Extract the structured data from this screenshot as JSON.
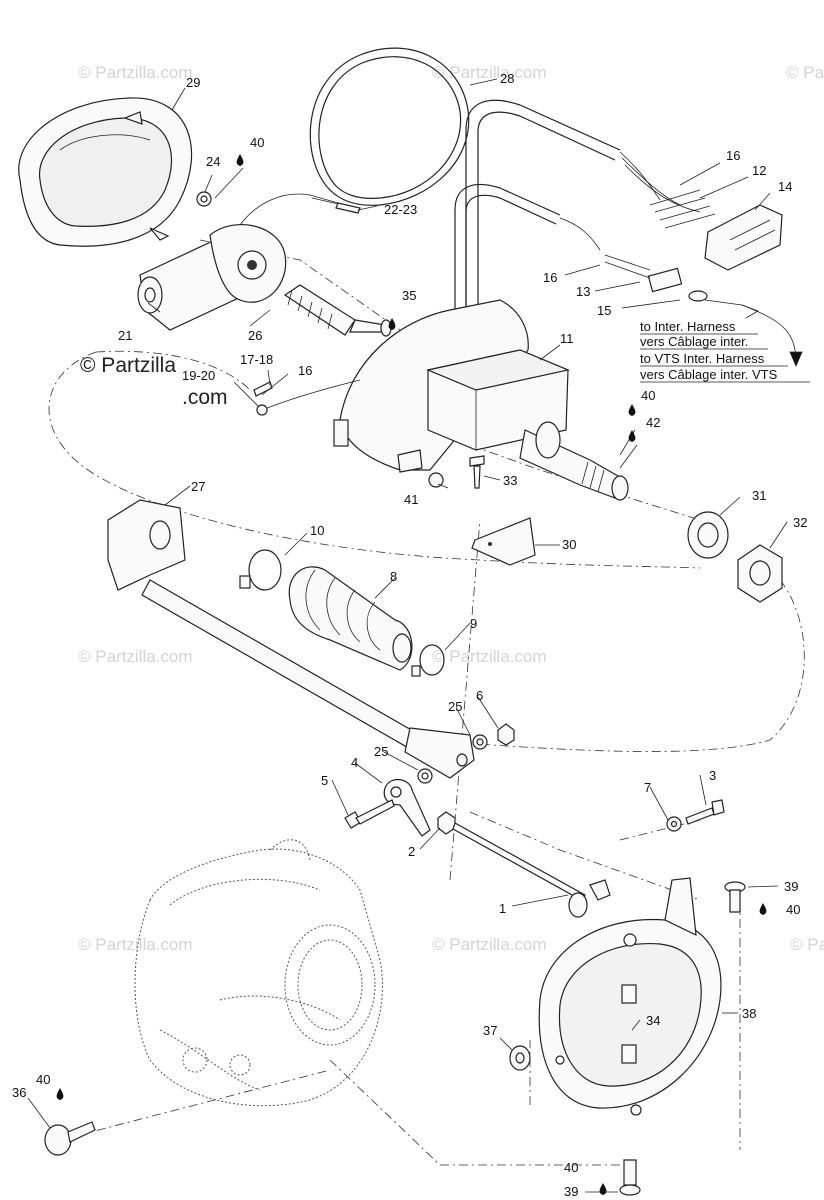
{
  "watermarks": {
    "brand": "© Partzilla.com",
    "main_line1": "© Partzilla",
    "main_line2": ".com"
  },
  "callouts": [
    {
      "id": "c29",
      "text": "29"
    },
    {
      "id": "c40a",
      "text": "40"
    },
    {
      "id": "c24",
      "text": "24"
    },
    {
      "id": "c28",
      "text": "28"
    },
    {
      "id": "c22",
      "text": "22-23"
    },
    {
      "id": "c16a",
      "text": "16"
    },
    {
      "id": "c12",
      "text": "12"
    },
    {
      "id": "c14",
      "text": "14"
    },
    {
      "id": "c16b",
      "text": "16"
    },
    {
      "id": "c13",
      "text": "13"
    },
    {
      "id": "c15",
      "text": "15"
    },
    {
      "id": "c21",
      "text": "21"
    },
    {
      "id": "c26",
      "text": "26"
    },
    {
      "id": "c35",
      "text": "35"
    },
    {
      "id": "c11",
      "text": "11"
    },
    {
      "id": "c1718",
      "text": "17-18"
    },
    {
      "id": "c16c",
      "text": "16"
    },
    {
      "id": "c1920",
      "text": "19-20"
    },
    {
      "id": "c40b",
      "text": "40"
    },
    {
      "id": "c42",
      "text": "42"
    },
    {
      "id": "c33",
      "text": "33"
    },
    {
      "id": "c41",
      "text": "41"
    },
    {
      "id": "c27",
      "text": "27"
    },
    {
      "id": "c31",
      "text": "31"
    },
    {
      "id": "c32",
      "text": "32"
    },
    {
      "id": "c30",
      "text": "30"
    },
    {
      "id": "c10",
      "text": "10"
    },
    {
      "id": "c8",
      "text": "8"
    },
    {
      "id": "c9",
      "text": "9"
    },
    {
      "id": "c25a",
      "text": "25"
    },
    {
      "id": "c6",
      "text": "6"
    },
    {
      "id": "c25b",
      "text": "25"
    },
    {
      "id": "c4",
      "text": "4"
    },
    {
      "id": "c5",
      "text": "5"
    },
    {
      "id": "c7",
      "text": "7"
    },
    {
      "id": "c3",
      "text": "3"
    },
    {
      "id": "c2",
      "text": "2"
    },
    {
      "id": "c1",
      "text": "1"
    },
    {
      "id": "c39a",
      "text": "39"
    },
    {
      "id": "c40c",
      "text": "40"
    },
    {
      "id": "c38",
      "text": "38"
    },
    {
      "id": "c34",
      "text": "34"
    },
    {
      "id": "c37",
      "text": "37"
    },
    {
      "id": "c40d",
      "text": "40"
    },
    {
      "id": "c36",
      "text": "36"
    },
    {
      "id": "c40e",
      "text": "40"
    },
    {
      "id": "c39b",
      "text": "39"
    }
  ],
  "notes": {
    "inter_harness_en": "to Inter. Harness",
    "inter_harness_fr": "vers Câblage inter.",
    "vts_harness_en": "to VTS Inter. Harness",
    "vts_harness_fr": "vers Câblage inter. VTS"
  },
  "icons": {
    "lubricant": "oil-drop-icon"
  }
}
